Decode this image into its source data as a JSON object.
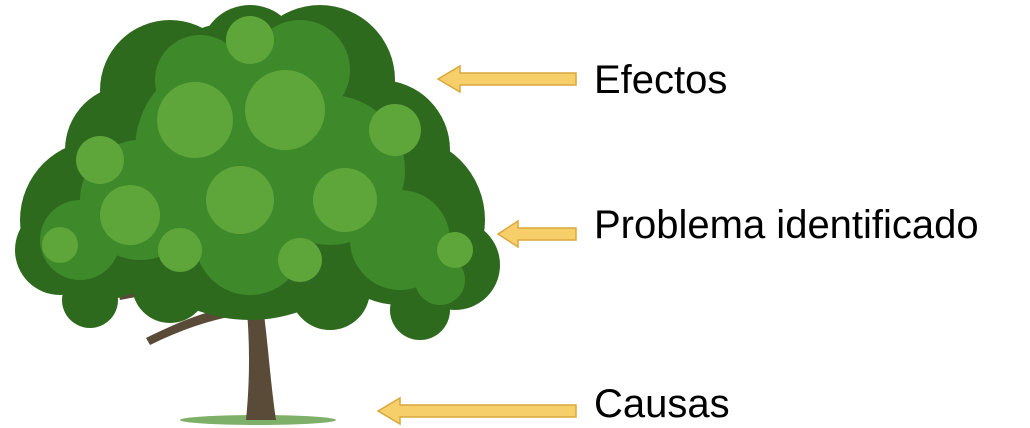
{
  "labels": {
    "effects": "Efectos",
    "problem": "Problema identificado",
    "causes": "Causas"
  },
  "colors": {
    "arrow_fill": "#F7CF6A",
    "arrow_stroke": "#D9A93C",
    "foliage_dark": "#2E6A1E",
    "foliage_mid": "#3E8A2A",
    "foliage_light": "#5FA63A",
    "trunk": "#5A4A38",
    "ground": "#7FB069"
  },
  "icons": {
    "tree": "tree-illustration",
    "arrow": "left-arrow"
  }
}
